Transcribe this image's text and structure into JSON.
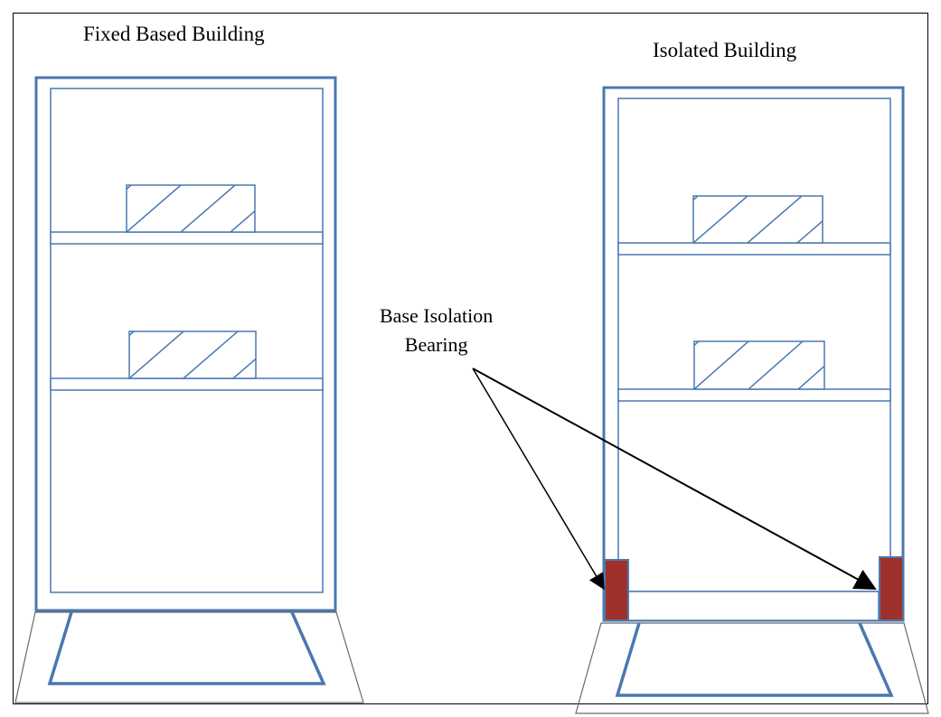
{
  "titles": {
    "fixed": "Fixed Based Building",
    "isolated": "Isolated Building"
  },
  "callout": {
    "line1": "Base Isolation",
    "line2": "Bearing"
  },
  "colors": {
    "structure": "#4a78b0",
    "bearing": "#a0302c",
    "ground": "#6a6a6a",
    "arrow": "#000000"
  }
}
